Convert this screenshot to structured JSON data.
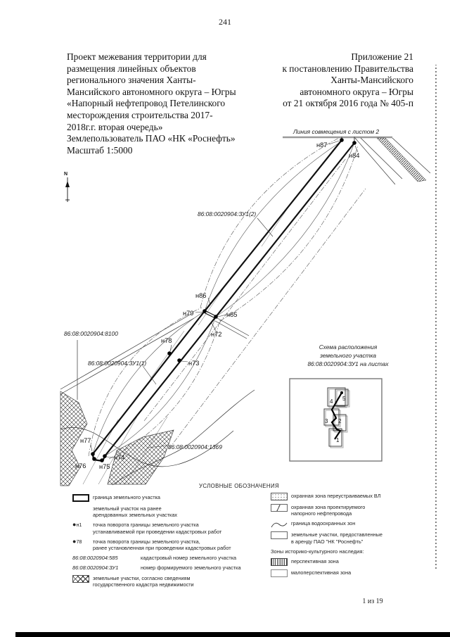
{
  "page": {
    "number": "241",
    "footer": "1 из 19"
  },
  "header": {
    "left": "Проект межевания территории для\nразмещения линейных объектов\nрегионального значения Ханты-\nМансийского автономного округа – Югры\n«Напорный нефтепровод Петелинского\nместорождения строительства 2017-\n2018г.г. вторая очередь»\nЗемлепользователь ПАО «НК «Роснефть»\nМасштаб 1:5000",
    "right": "Приложение 21\nк постановлению Правительства\nХанты-Мансийского\nавтономного округа – Югры\nот 21 октября 2016 года № 405-п"
  },
  "map": {
    "coincidence_line_label": "Линия совмещения с листом 2",
    "north_label": "N",
    "points": {
      "n87": "н87",
      "n84": "н84",
      "n86": "н86",
      "n79": "н79",
      "n85": "н85",
      "n72": "н72",
      "n78": "н78",
      "n73": "н73",
      "n77": "н77",
      "n74": "н74",
      "n76": "н76",
      "n75": "н75"
    },
    "cadastral_labels": {
      "zu1_2": "86:08:0020904:ЗУ1(2)",
      "p8100": "86:08:0020904:8100",
      "zu1_1": "86:08:0020904:ЗУ1(1)",
      "p1369": "86:08:0020904:1369"
    }
  },
  "inset": {
    "title": "Схема расположения\nземельного участка\n86:08:0020904:ЗУ1 на листах",
    "sheets": [
      "1",
      "2",
      "3",
      "4",
      "5"
    ]
  },
  "legend": {
    "title": "УСЛОВНЫЕ ОБОЗНАЧЕНИЯ",
    "left": [
      {
        "symbol": "parcel-boundary",
        "text": "граница земельного участка"
      },
      {
        "symbol": "none",
        "text": "земельный участок на ранее\nарендованных земельных участках"
      },
      {
        "symbol": "turn-point-new",
        "symbol_label": "н1",
        "text": "точка поворота границы земельного участка\nустанавливаемой при проведении кадастровых работ"
      },
      {
        "symbol": "turn-point-old",
        "symbol_label": "78",
        "text": "точка поворота границы земельного участка,\nранее установленная при проведении кадастровых работ"
      },
      {
        "symbol": "cadastral-number",
        "symbol_label": "86:08:0020904:585",
        "text": "кадастровый номер земельного участка"
      },
      {
        "symbol": "formed-number",
        "symbol_label": "86:08:0020904:ЗУ1",
        "text": "номер формируемого земельного участка"
      },
      {
        "symbol": "gkn-parcels",
        "text": "земельные участки, согласно сведениям\nгосударственного кадастра недвижимости"
      }
    ],
    "right": [
      {
        "symbol": "vl-zone",
        "text": "охранная зона переустраиваемых ВЛ"
      },
      {
        "symbol": "pipeline-zone",
        "text": "охранная зона проектируемого\nнапорного нефтепровода"
      },
      {
        "symbol": "water-zone",
        "text": "граница водоохранных зон"
      },
      {
        "symbol": "lease-parcels",
        "text": "земельные участки, предоставленные\nв аренду ПАО \"НК \"Роснефть\""
      },
      {
        "heading": "Зоны историко-культурного наследия:"
      },
      {
        "symbol": "perspective-zone",
        "text": "перспективная зона"
      },
      {
        "symbol": "low-perspective-zone",
        "text": "малоперспективная зона"
      }
    ]
  }
}
